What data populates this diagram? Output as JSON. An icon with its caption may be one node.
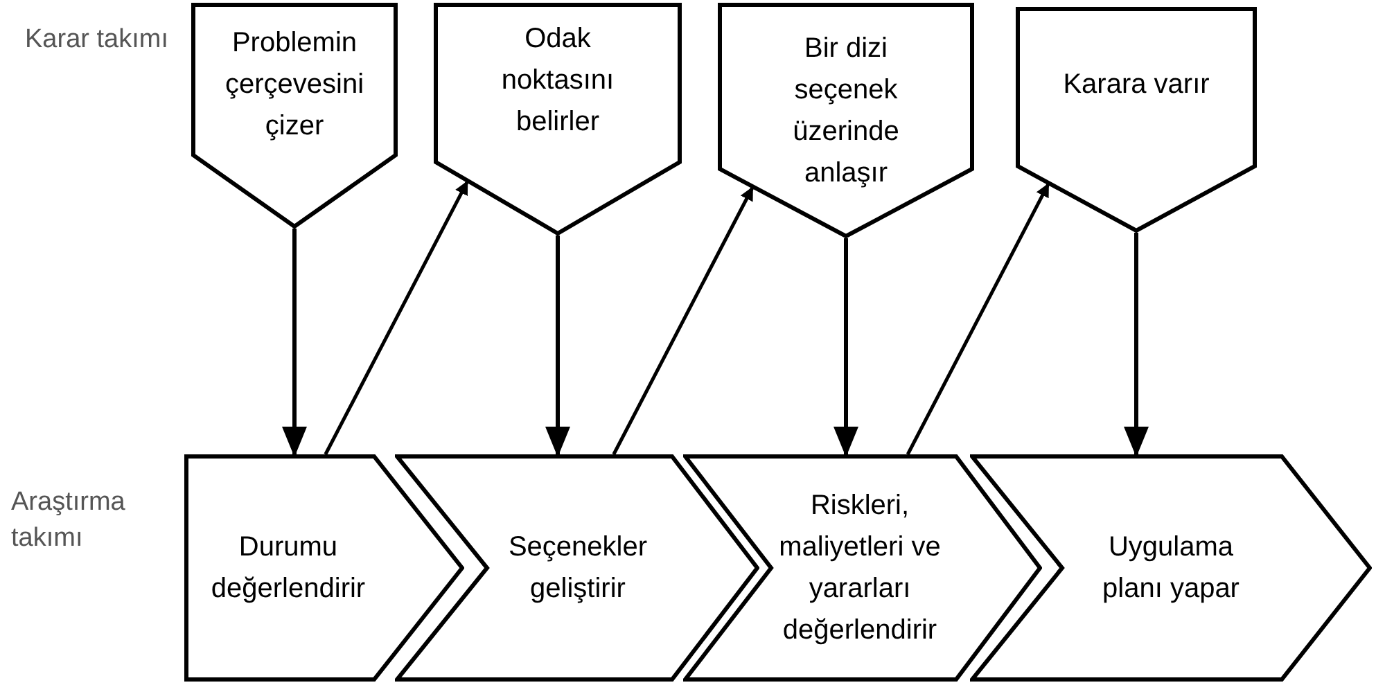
{
  "diagram": {
    "nodes": [
      {
        "text": [
          "Problemin çerçevesini çizer"
        ]
      },
      {
        "text": [
          "Odak noktasını belirler"
        ]
      },
      {
        "text": [
          "Bir dizi seçenek üzerinde anlaşır"
        ]
      },
      {
        "text": [
          "Karara varır"
        ]
      },
      {
        "text": [
          "Durumu değerlendirir"
        ]
      },
      {
        "text": [
          "Seçenekler geliştirir"
        ]
      },
      {
        "text": [
          "Riskleri, maliyetleri ve yararları değerlendirir"
        ]
      },
      {
        "text": [
          "Uygulama planı yapar"
        ]
      }
    ],
    "edges": [
      {
        "from": 0,
        "to": 4,
        "arrow": "to"
      },
      {
        "from": 4,
        "to": 1,
        "arrow": "to"
      },
      {
        "from": 1,
        "to": 5,
        "arrow": "to"
      },
      {
        "from": 5,
        "to": 2,
        "arrow": "to"
      },
      {
        "from": 2,
        "to": 6,
        "arrow": "to"
      },
      {
        "from": 6,
        "to": 3,
        "arrow": "to"
      },
      {
        "from": 3,
        "to": 7,
        "arrow": "to"
      }
    ],
    "labels": [
      "Karar takımı",
      "Araştırma takımı"
    ]
  }
}
